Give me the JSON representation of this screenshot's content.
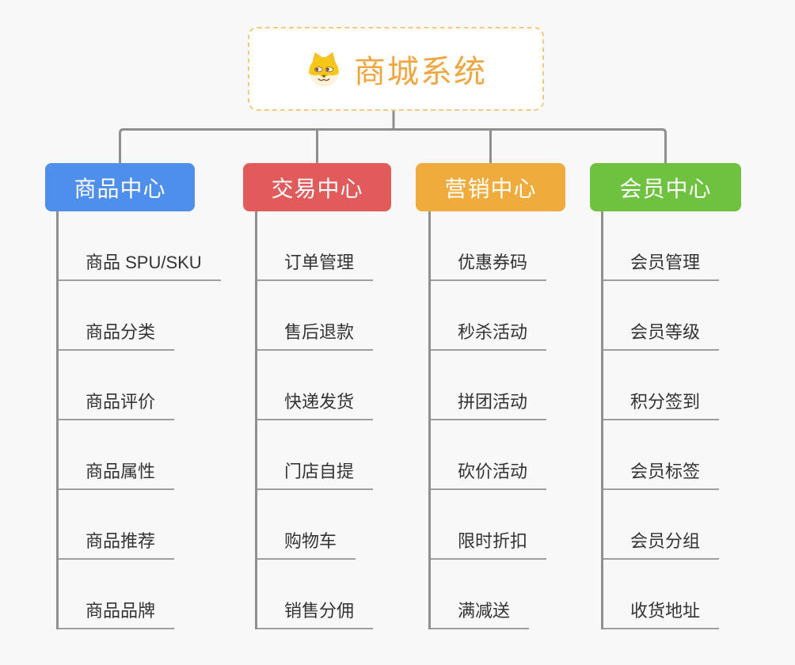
{
  "root": {
    "title": "商城系统",
    "icon": "dog-face-icon"
  },
  "branches": [
    {
      "label": "商品中心",
      "color": "#4D8FEA",
      "items": [
        "商品 SPU/SKU",
        "商品分类",
        "商品评价",
        "商品属性",
        "商品推荐",
        "商品品牌"
      ]
    },
    {
      "label": "交易中心",
      "color": "#E25B5B",
      "items": [
        "订单管理",
        "售后退款",
        "快递发货",
        "门店自提",
        "购物车",
        "销售分佣"
      ]
    },
    {
      "label": "营销中心",
      "color": "#EFAC3D",
      "items": [
        "优惠券码",
        "秒杀活动",
        "拼团活动",
        "砍价活动",
        "限时折扣",
        "满减送"
      ]
    },
    {
      "label": "会员中心",
      "color": "#6FC240",
      "items": [
        "会员管理",
        "会员等级",
        "积分签到",
        "会员标签",
        "会员分组",
        "收货地址"
      ]
    }
  ],
  "colors": {
    "background": "#F8F8F8",
    "connector": "#8F8F8F",
    "underline": "#9E9E9E",
    "root_border": "#F4C982",
    "root_text": "#F0A63F",
    "item_text": "#333333"
  }
}
